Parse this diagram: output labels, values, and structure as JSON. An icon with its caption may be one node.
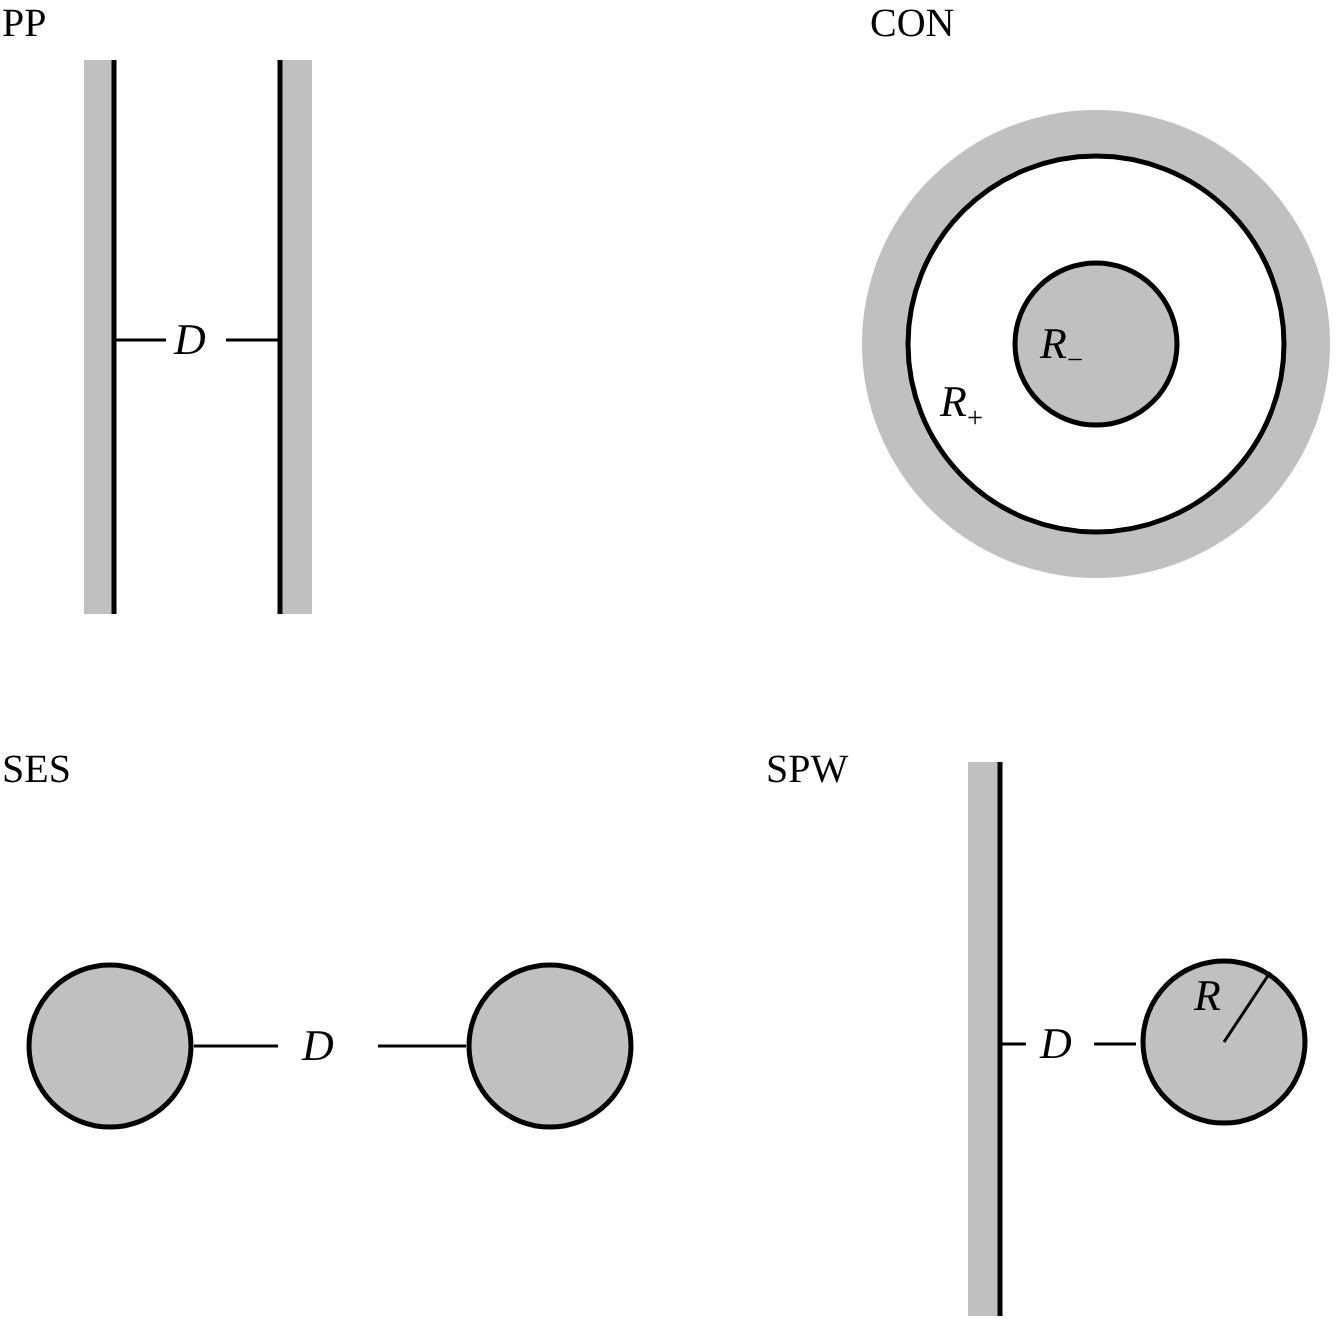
{
  "diagram": {
    "nodes": [
      {
        "text": [
          "R$_{+}$"
        ]
      },
      {
        "text": [
          "R$_{−}$"
        ],
        "in": 0
      },
      {
        "text": [],
        "shape": "circle"
      },
      {
        "text": [],
        "shape": "circle"
      },
      {
        "text": [
          "R"
        ]
      }
    ],
    "labels": [
      "PP",
      "CON",
      "D",
      "SES",
      "SPW",
      "D",
      "D"
    ]
  }
}
